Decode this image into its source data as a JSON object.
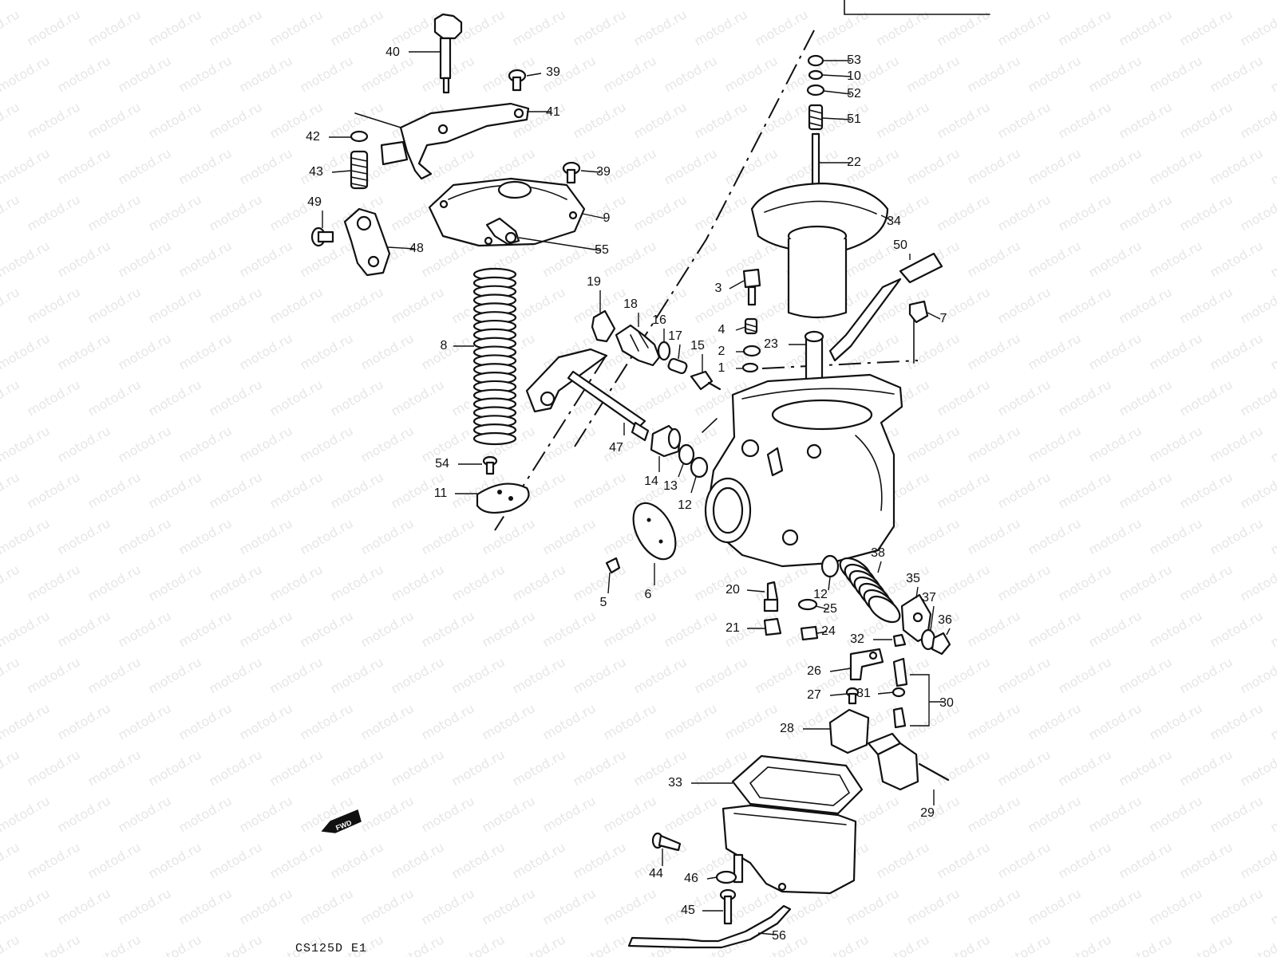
{
  "diagram": {
    "watermark": "motod.ru",
    "code_label": "CS125D E1",
    "fwd_label": "FWD"
  },
  "callouts": [
    {
      "id": "40",
      "label": "40"
    },
    {
      "id": "39a",
      "label": "39"
    },
    {
      "id": "41",
      "label": "41"
    },
    {
      "id": "42",
      "label": "42"
    },
    {
      "id": "43",
      "label": "43"
    },
    {
      "id": "39b",
      "label": "39"
    },
    {
      "id": "49",
      "label": "49"
    },
    {
      "id": "9",
      "label": "9"
    },
    {
      "id": "48",
      "label": "48"
    },
    {
      "id": "55",
      "label": "55"
    },
    {
      "id": "8",
      "label": "8"
    },
    {
      "id": "54",
      "label": "54"
    },
    {
      "id": "11",
      "label": "11"
    },
    {
      "id": "19",
      "label": "19"
    },
    {
      "id": "18",
      "label": "18"
    },
    {
      "id": "16",
      "label": "16"
    },
    {
      "id": "17",
      "label": "17"
    },
    {
      "id": "15",
      "label": "15"
    },
    {
      "id": "47",
      "label": "47"
    },
    {
      "id": "14",
      "label": "14"
    },
    {
      "id": "13",
      "label": "13"
    },
    {
      "id": "12a",
      "label": "12"
    },
    {
      "id": "6",
      "label": "6"
    },
    {
      "id": "5",
      "label": "5"
    },
    {
      "id": "53",
      "label": "53"
    },
    {
      "id": "10",
      "label": "10"
    },
    {
      "id": "52",
      "label": "52"
    },
    {
      "id": "51",
      "label": "51"
    },
    {
      "id": "22",
      "label": "22"
    },
    {
      "id": "34",
      "label": "34"
    },
    {
      "id": "50",
      "label": "50"
    },
    {
      "id": "3",
      "label": "3"
    },
    {
      "id": "4",
      "label": "4"
    },
    {
      "id": "2",
      "label": "2"
    },
    {
      "id": "1",
      "label": "1"
    },
    {
      "id": "23",
      "label": "23"
    },
    {
      "id": "7",
      "label": "7"
    },
    {
      "id": "38",
      "label": "38"
    },
    {
      "id": "35",
      "label": "35"
    },
    {
      "id": "37",
      "label": "37"
    },
    {
      "id": "36",
      "label": "36"
    },
    {
      "id": "20",
      "label": "20"
    },
    {
      "id": "12b",
      "label": "12"
    },
    {
      "id": "25",
      "label": "25"
    },
    {
      "id": "21",
      "label": "21"
    },
    {
      "id": "24",
      "label": "24"
    },
    {
      "id": "32",
      "label": "32"
    },
    {
      "id": "26",
      "label": "26"
    },
    {
      "id": "27",
      "label": "27"
    },
    {
      "id": "31",
      "label": "31"
    },
    {
      "id": "30",
      "label": "30"
    },
    {
      "id": "28",
      "label": "28"
    },
    {
      "id": "33",
      "label": "33"
    },
    {
      "id": "29",
      "label": "29"
    },
    {
      "id": "44",
      "label": "44"
    },
    {
      "id": "46",
      "label": "46"
    },
    {
      "id": "45",
      "label": "45"
    },
    {
      "id": "56",
      "label": "56"
    }
  ]
}
